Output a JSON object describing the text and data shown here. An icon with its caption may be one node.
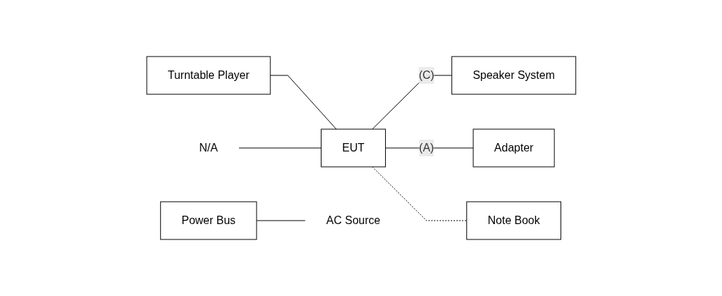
{
  "diagram": {
    "nodes": [
      {
        "text": [
          "Turntable Player"
        ]
      },
      {
        "text": [
          "EUT"
        ]
      },
      {
        "text": [
          "N/A"
        ]
      },
      {
        "text": [
          "Adapter"
        ]
      },
      {
        "text": [
          "Power Bus"
        ]
      },
      {
        "text": [
          "Speaker System"
        ]
      },
      {
        "text": [
          "AC Source"
        ]
      },
      {
        "text": [
          "Note Book"
        ]
      }
    ],
    "edges": [
      {
        "from": 0,
        "to": 1,
        "arrow": "none"
      },
      {
        "from": 2,
        "to": 1,
        "arrow": "none"
      },
      {
        "from": 1,
        "to": 5,
        "arrow": "none",
        "label": "(C)"
      },
      {
        "from": 1,
        "to": 3,
        "arrow": "none",
        "label": "(A)"
      },
      {
        "from": 4,
        "to": 6,
        "arrow": "none"
      },
      {
        "from": 1,
        "to": 7,
        "arrow": "none",
        "style": "dashed"
      }
    ]
  }
}
